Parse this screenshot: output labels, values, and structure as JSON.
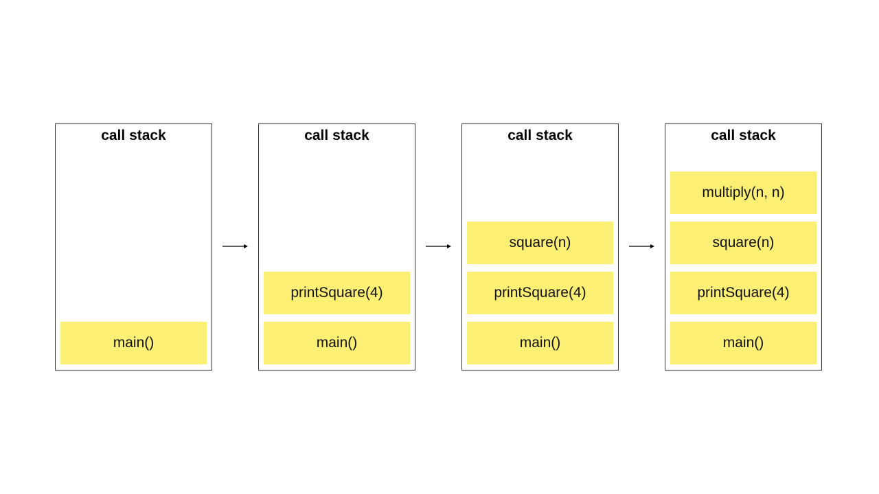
{
  "colors": {
    "frame_fill": "#fbf074",
    "panel_border": "#333333",
    "arrow": "#000000"
  },
  "stacks": [
    {
      "title": "call stack",
      "frames": [
        "main()"
      ]
    },
    {
      "title": "call stack",
      "frames": [
        "main()",
        "printSquare(4)"
      ]
    },
    {
      "title": "call stack",
      "frames": [
        "main()",
        "printSquare(4)",
        "square(n)"
      ]
    },
    {
      "title": "call stack",
      "frames": [
        "main()",
        "printSquare(4)",
        "square(n)",
        "multiply(n, n)"
      ]
    }
  ]
}
